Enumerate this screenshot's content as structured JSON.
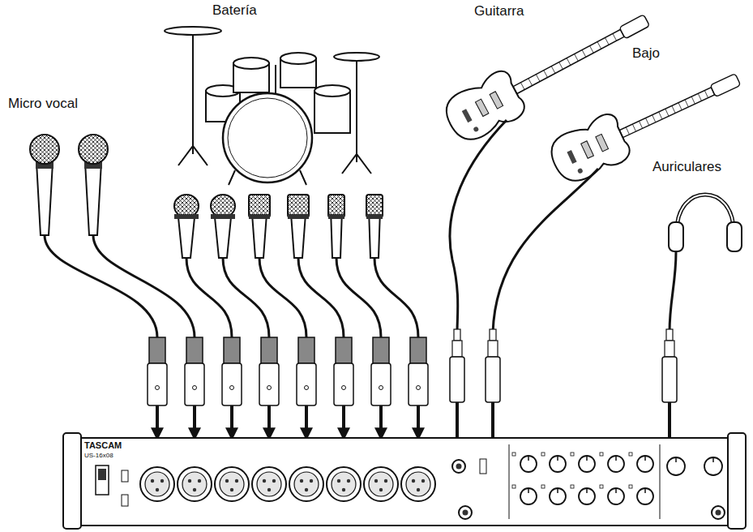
{
  "diagram": {
    "labels": [
      "Batería",
      "Micro vocal",
      "Guitarra",
      "Bajo",
      "Auriculares",
      "TASCAM",
      "US-16x08"
    ]
  }
}
